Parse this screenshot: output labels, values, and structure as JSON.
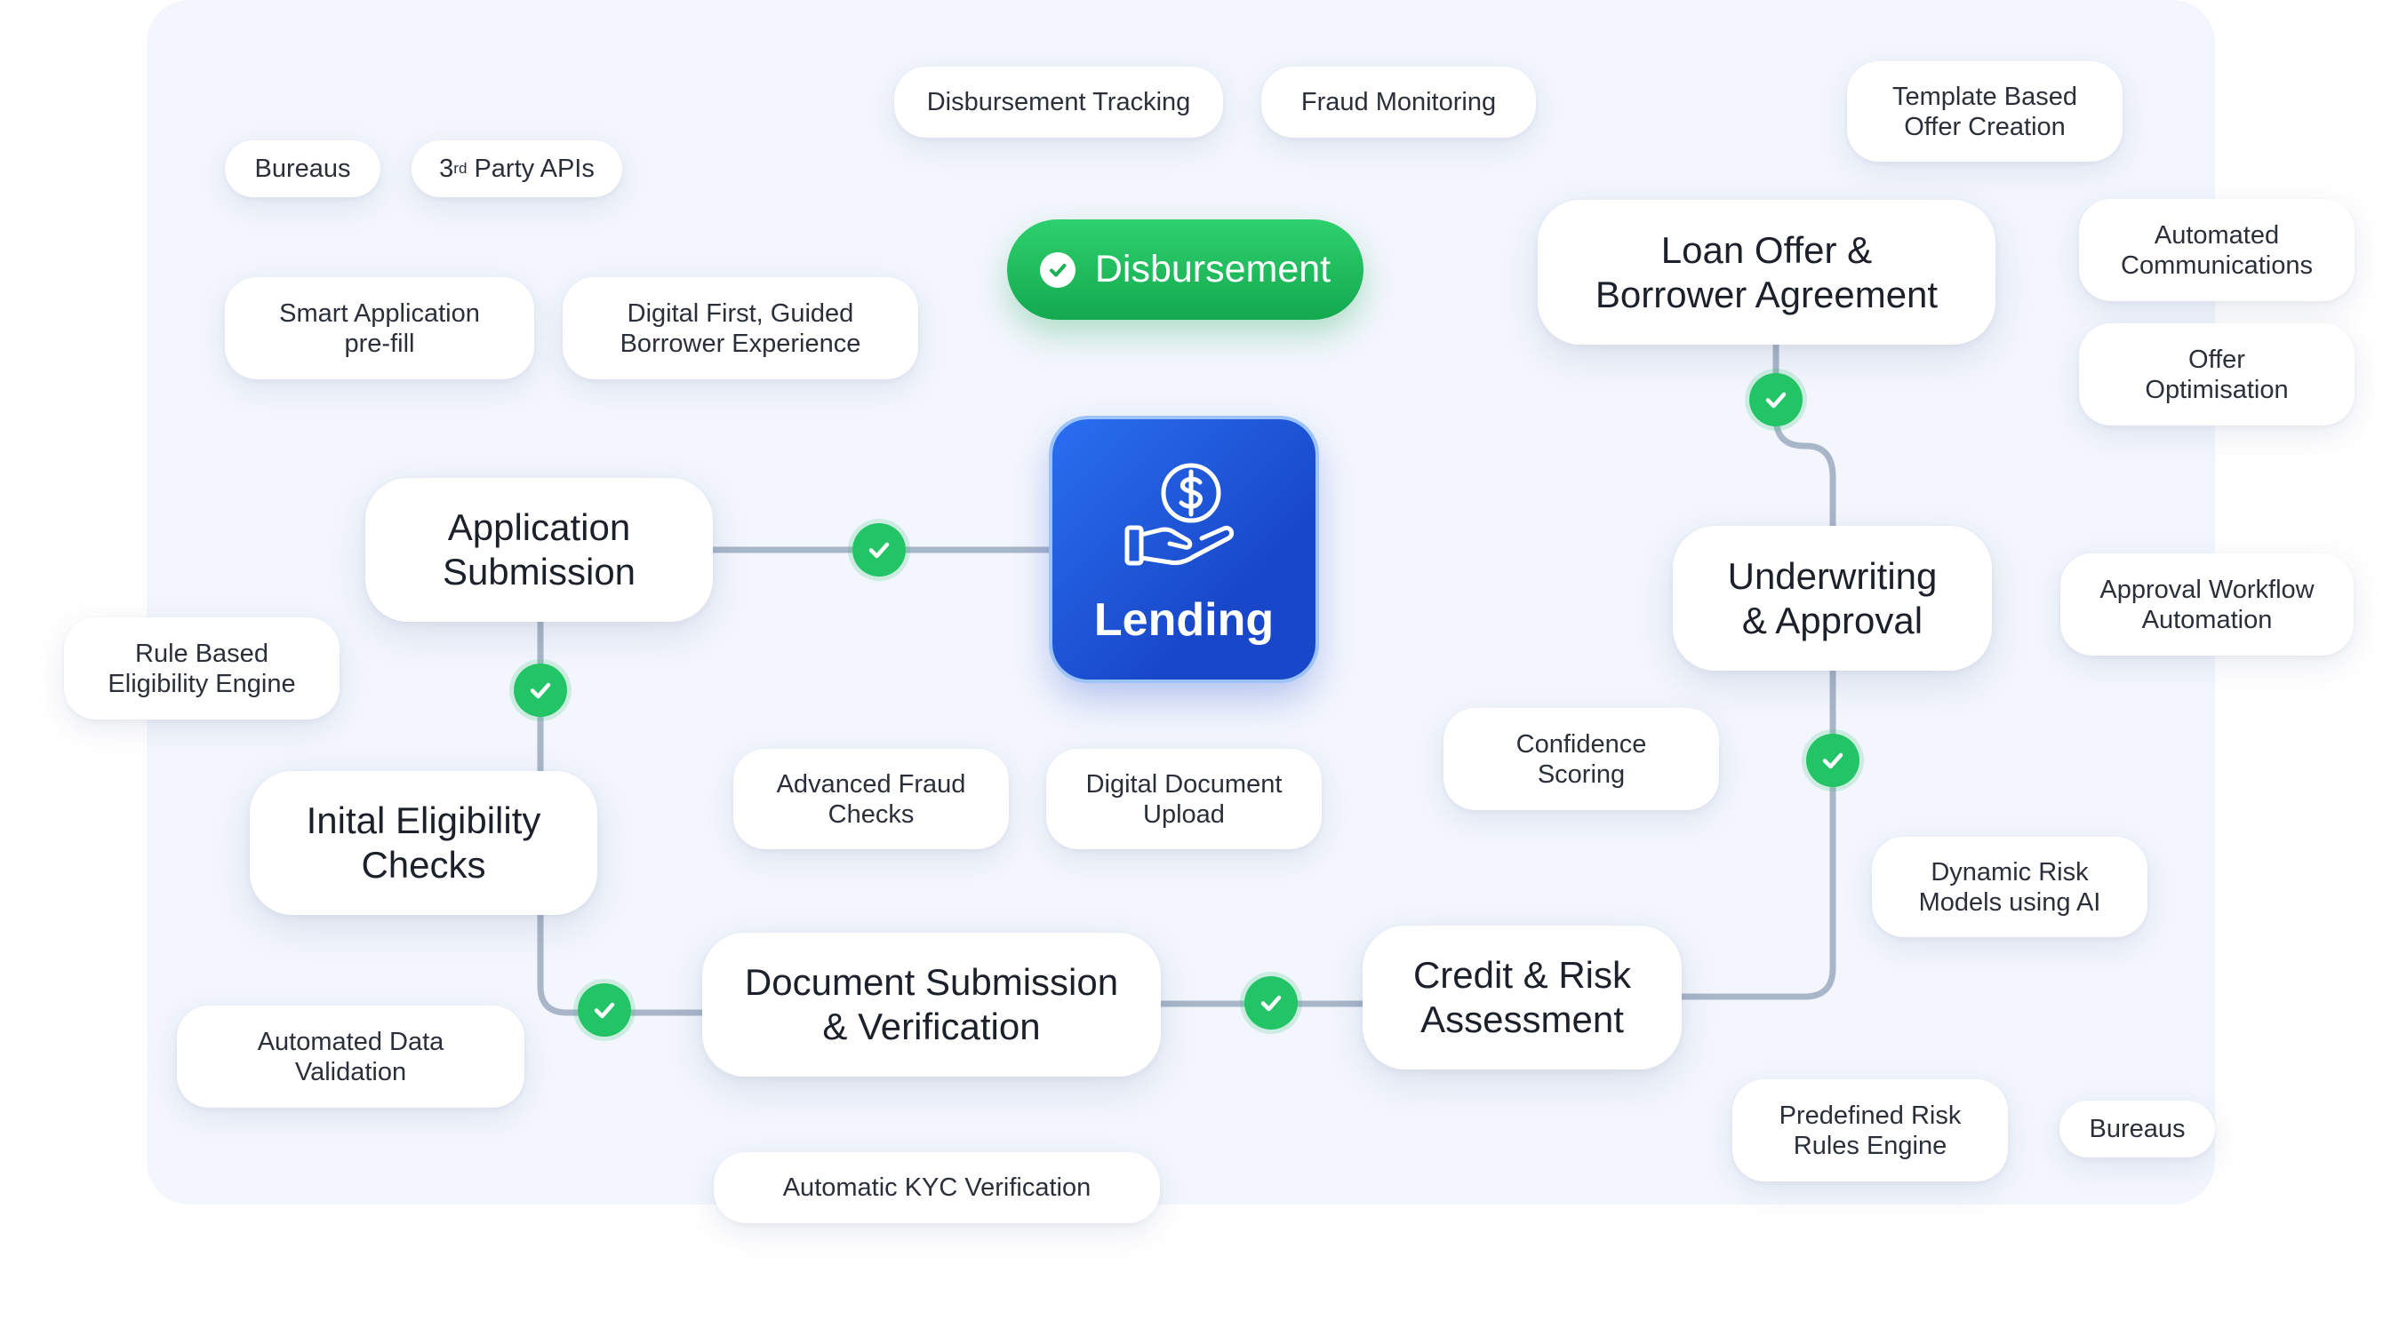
{
  "center": {
    "label": "Lending",
    "icon": "hand-dollar-icon"
  },
  "disbursement": {
    "label": "Disbursement",
    "icon": "check-circle-icon"
  },
  "stages": {
    "application": "Application\nSubmission",
    "eligibility": "Inital Eligibility\nChecks",
    "documents": "Document Submission\n& Verification",
    "credit": "Credit & Risk\nAssessment",
    "underwriting": "Underwriting\n& Approval",
    "loan_offer": "Loan Offer &\nBorrower Agreement"
  },
  "features": {
    "disbursement_tracking": "Disbursement Tracking",
    "fraud_monitoring": "Fraud Monitoring",
    "template_offer": "Template Based\nOffer Creation",
    "bureaus_top": "Bureaus",
    "third_party_main": "3",
    "third_party_sup": "rd",
    "third_party_rest": " Party APIs",
    "smart_prefill": "Smart Application\npre-fill",
    "digital_first": "Digital First, Guided\nBorrower Experience",
    "automated_comms": "Automated\nCommunications",
    "offer_optimisation": "Offer\nOptimisation",
    "approval_workflow": "Approval Workflow\nAutomation",
    "rule_engine": "Rule Based\nEligibility Engine",
    "confidence_scoring": "Confidence\nScoring",
    "fraud_checks": "Advanced Fraud\nChecks",
    "document_upload": "Digital Document\nUpload",
    "dynamic_risk": "Dynamic Risk\nModels using AI",
    "data_validation": "Automated Data\nValidation",
    "risk_rules": "Predefined Risk\nRules Engine",
    "bureaus_bottom": "Bureaus",
    "kyc": "Automatic KYC Verification"
  },
  "colors": {
    "check": "#22c466",
    "lending": "#1f5fe0",
    "connector": "#a9b6c9",
    "panel": "#f3f6fd"
  }
}
